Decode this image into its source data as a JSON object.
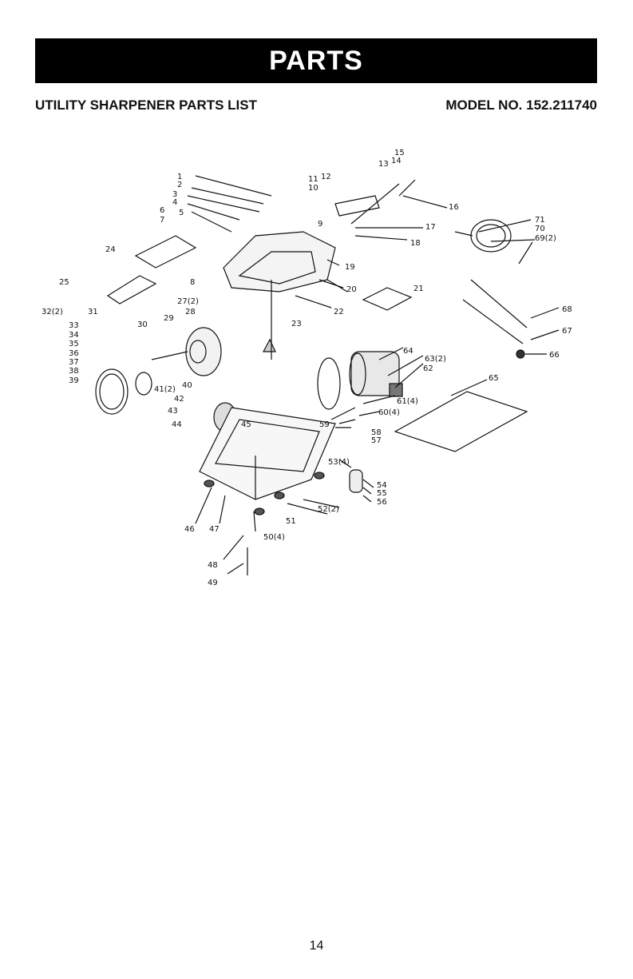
{
  "banner": {
    "title": "PARTS"
  },
  "header": {
    "left": "UTILITY SHARPENER PARTS LIST",
    "right": "MODEL NO. 152.211740"
  },
  "diagram": {
    "labels": [
      "1",
      "2",
      "3",
      "4",
      "5",
      "6",
      "7",
      "8",
      "9",
      "10",
      "11",
      "12",
      "13",
      "14",
      "15",
      "16",
      "17",
      "18",
      "19",
      "20",
      "21",
      "22",
      "23",
      "24",
      "25",
      "27(2)",
      "28",
      "29",
      "30",
      "31",
      "32(2)",
      "33",
      "34",
      "35",
      "36",
      "37",
      "38",
      "39",
      "40",
      "41(2)",
      "42",
      "43",
      "44",
      "45",
      "46",
      "47",
      "48",
      "49",
      "50(4)",
      "51",
      "52(2)",
      "53(4)",
      "54",
      "55",
      "56",
      "57",
      "58",
      "59",
      "60(4)",
      "61(4)",
      "62",
      "63(2)",
      "64",
      "65",
      "66",
      "67",
      "68",
      "69(2)",
      "70",
      "71"
    ]
  },
  "footer": {
    "page_number": "14"
  }
}
